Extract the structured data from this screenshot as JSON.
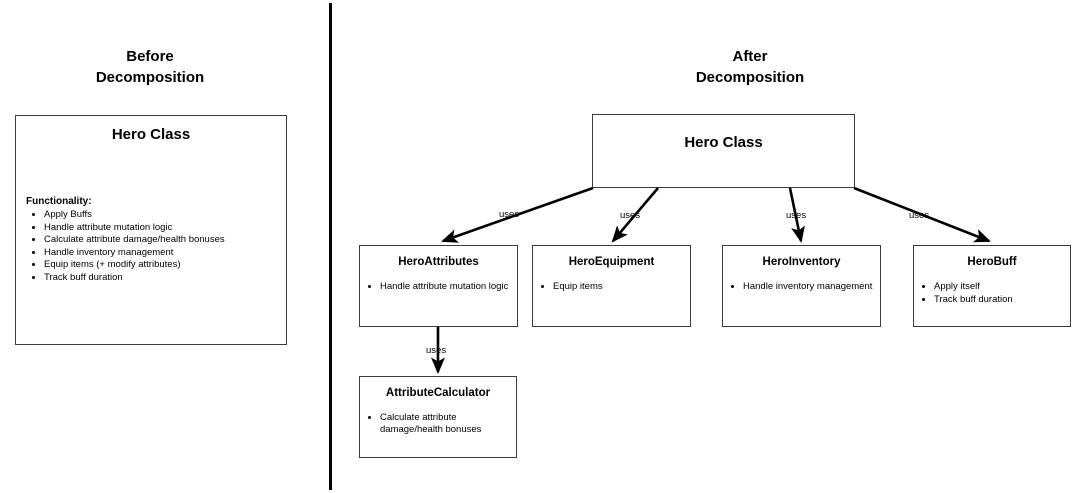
{
  "panels": {
    "before": {
      "header": "Before\nDecomposition",
      "box": {
        "title": "Hero Class",
        "section_label": "Functionality:",
        "items": [
          "Apply Buffs",
          "Handle attribute mutation logic",
          "Calculate attribute damage/health bonuses",
          "Handle inventory management",
          "Equip items (+ modify attributes)",
          "Track buff duration"
        ]
      }
    },
    "after": {
      "header": "After\nDecomposition",
      "root": {
        "title": "Hero Class"
      },
      "children": [
        {
          "title": "HeroAttributes",
          "items": [
            "Handle attribute mutation logic"
          ]
        },
        {
          "title": "HeroEquipment",
          "items": [
            "Equip items"
          ]
        },
        {
          "title": "HeroInventory",
          "items": [
            "Handle inventory management"
          ]
        },
        {
          "title": "HeroBuff",
          "items": [
            "Apply itself",
            "Track buff duration"
          ]
        }
      ],
      "grandchild": {
        "title": "AttributeCalculator",
        "items": [
          "Calculate attribute damage/health bonuses"
        ]
      },
      "edge_labels": {
        "to_heroattributes": "uses",
        "to_heroequipment": "uses",
        "to_heroinventory": "uses",
        "to_herobuff": "uses",
        "to_attributecalculator": "uses"
      }
    }
  },
  "colors": {
    "background": "#ffffff",
    "text": "#000000",
    "box_border": "#3b3b3b",
    "divider": "#000000",
    "arrow": "#000000"
  }
}
